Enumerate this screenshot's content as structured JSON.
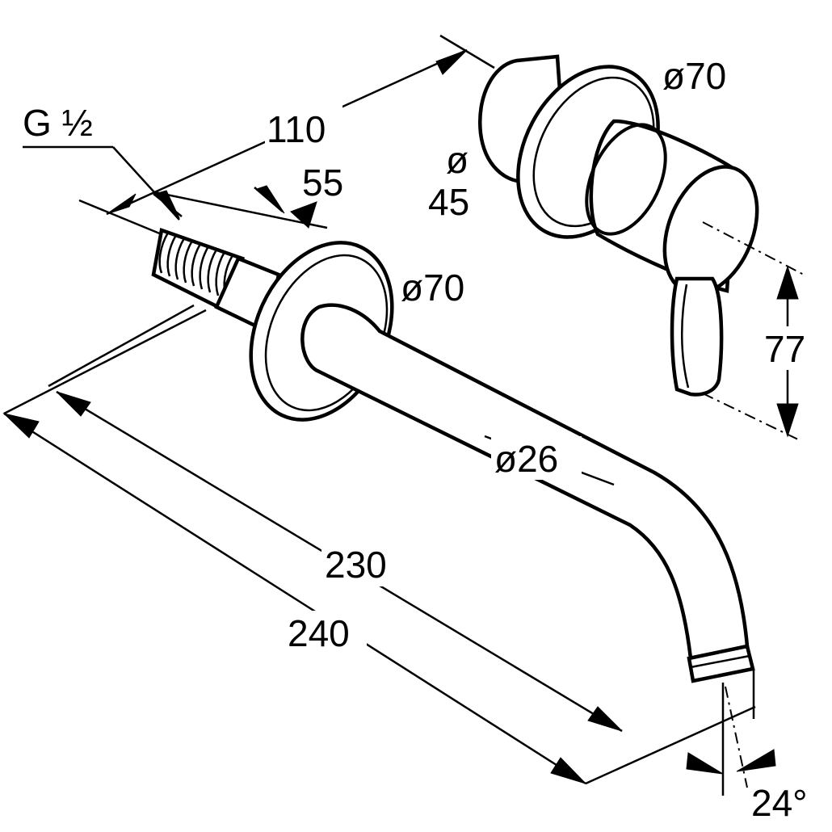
{
  "labels": {
    "thread": "G ½",
    "d110": "110",
    "d55": "55",
    "dia70_handle": "ø70",
    "dia45_symbol": "ø",
    "dia45_value": "45",
    "dia70_spout": "ø70",
    "d77": "77",
    "dia26": "ø26",
    "d230": "230",
    "d240": "240",
    "angle": "24°"
  }
}
